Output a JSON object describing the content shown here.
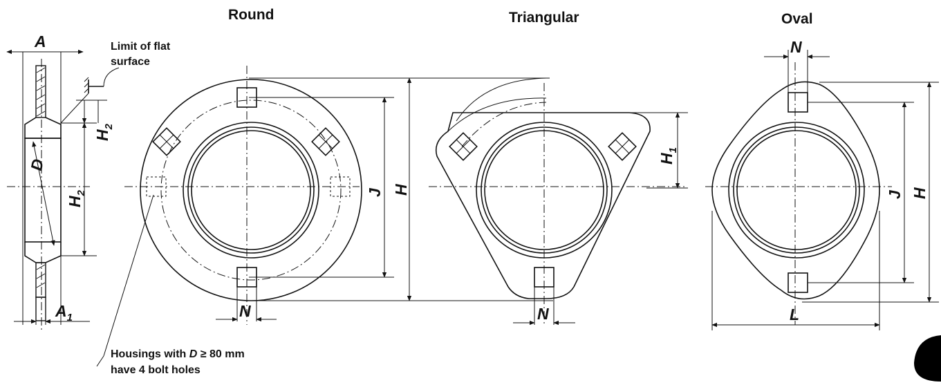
{
  "titles": {
    "round": "Round",
    "triangular": "Triangular",
    "oval": "Oval"
  },
  "notes": {
    "flat_limit_line1": "Limit of flat",
    "flat_limit_line2": "surface",
    "bolt_holes_line1_prefix": "Housings with ",
    "bolt_holes_symbol": "D",
    "bolt_holes_line1_suffix": " ≥ 80 mm",
    "bolt_holes_line2": "have 4 bolt holes"
  },
  "dimensions": {
    "A": "A",
    "A1_base": "A",
    "A1_sub": "1",
    "D": "D",
    "H2_base": "H",
    "H2_sub": "2",
    "H1_base": "H",
    "H1_sub": "1",
    "H": "H",
    "J": "J",
    "N": "N",
    "L": "L"
  }
}
